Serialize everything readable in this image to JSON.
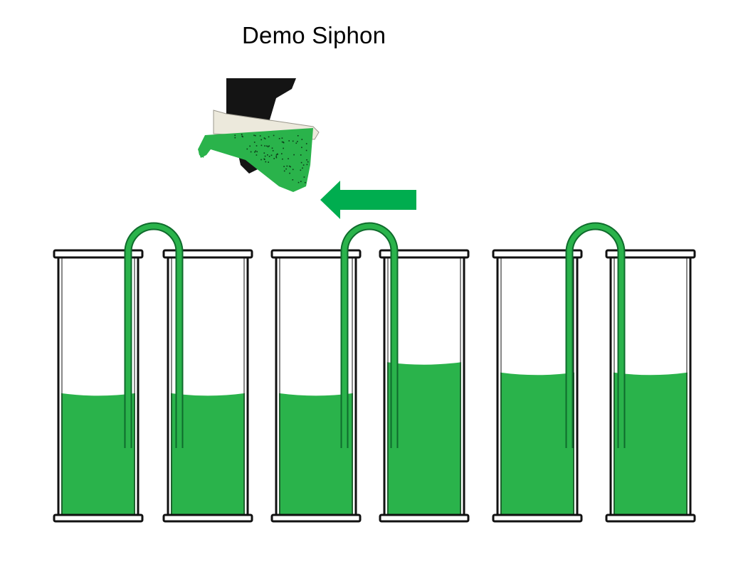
{
  "title": "Demo Siphon",
  "colors": {
    "liquid": "#2ab34b",
    "tube": "#2ab34b",
    "tube_outline": "#0f6b2c",
    "arrow": "#00ad4f",
    "glass_outline": "#111111",
    "hand": "#141414",
    "flask_glass": "#ece9dc"
  },
  "pour_arrow_direction": "left",
  "cylinder_pairs": [
    {
      "left_fill": 0.47,
      "right_fill": 0.47
    },
    {
      "left_fill": 0.47,
      "right_fill": 0.59
    },
    {
      "left_fill": 0.55,
      "right_fill": 0.55
    }
  ]
}
